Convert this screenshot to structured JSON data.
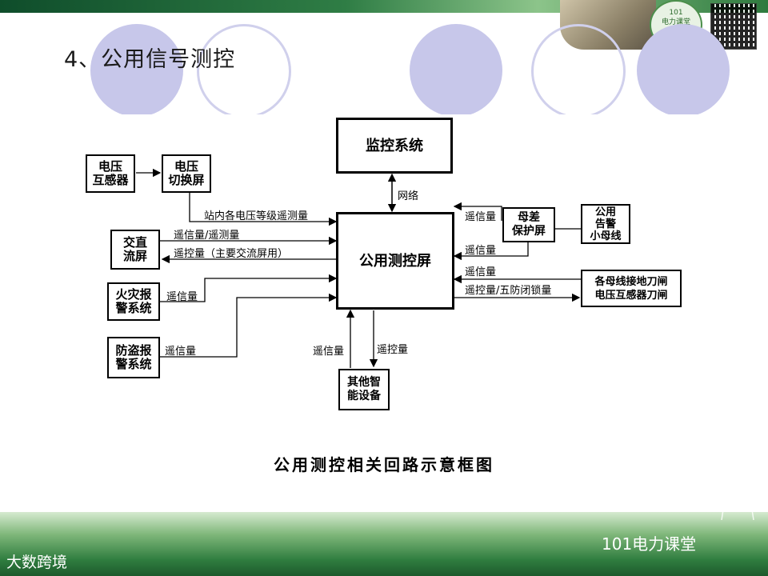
{
  "title": "4、公用信号测控",
  "caption": "公用测控相关回路示意框图",
  "boxes": {
    "monitor": "监控系统",
    "center": "公用测控屏",
    "pt": "电压\n互感器",
    "pt_switch": "电压\n切换屏",
    "acdc": "交直\n流屏",
    "fire": "火灾报\n警系统",
    "theft": "防盗报\n警系统",
    "other": "其他智\n能设备",
    "busdiff": "母差\n保护屏",
    "alarm": "公用\n告警\n小母线",
    "switches": "各母线接地刀闸\n电压互感器刀闸"
  },
  "labels": {
    "network": "网络",
    "station_voltage": "站内各电压等级遥测量",
    "acdc_in": "遥信量/遥测量",
    "acdc_out": "遥控量（主要交流屏用）",
    "fire_sig": "遥信量",
    "theft_sig": "遥信量",
    "other_up": "遥信量",
    "other_down": "遥控量",
    "busdiff_sig": "遥信量",
    "alarm_sig": "遥信量",
    "switch_sig": "遥信量",
    "switch_ctrl": "遥控量/五防闭锁量"
  },
  "logos": {
    "top": "101\n电力课堂",
    "bottom_left": "大数跨境",
    "bottom_right": "101电力课堂"
  },
  "colors": {
    "band_green": "#2f7d45",
    "circle_fill": "#c7c7ea"
  }
}
